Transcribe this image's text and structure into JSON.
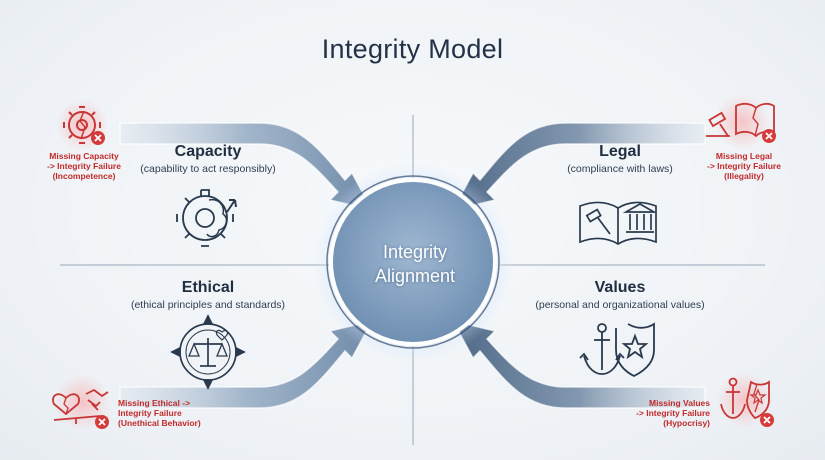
{
  "title": "Integrity Model",
  "center": {
    "line1": "Integrity",
    "line2": "Alignment"
  },
  "quadrants": {
    "capacity": {
      "title": "Capacity",
      "subtitle": "(capability to act responsibly)"
    },
    "legal": {
      "title": "Legal",
      "subtitle": "(compliance with laws)"
    },
    "ethical": {
      "title": "Ethical",
      "subtitle": "(ethical principles and standards)"
    },
    "values": {
      "title": "Values",
      "subtitle": "(personal and organizational values)"
    }
  },
  "failures": {
    "capacity": [
      "Missing Capacity",
      "-> Integrity Failure",
      "(Incompetence)"
    ],
    "legal": [
      "Missing Legal",
      "-> Integrity Failure",
      "(Illegality)"
    ],
    "ethical": [
      "Missing Ethical ->",
      "Integrity Failure",
      "(Unethical Behavior)"
    ],
    "values": [
      "Missing Values",
      "-> Integrity Failure",
      "(Hypocrisy)"
    ]
  },
  "icons": {
    "capacity": "gear-brain-growth-icon",
    "legal": "gavel-book-courthouse-icon",
    "ethical": "compass-scales-heart-icon",
    "values": "anchor-shield-star-icon",
    "capacity_failure": "broken-gear-icon",
    "legal_failure": "broken-gavel-book-icon",
    "ethical_failure": "broken-heart-handshake-icon",
    "values_failure": "broken-anchor-shield-icon"
  },
  "colors": {
    "accent": "#5f7f9f",
    "center": "#7f9ec0",
    "glow": "#9ec6ff",
    "warning": "#d33a3a",
    "text": "#1f2e40"
  }
}
